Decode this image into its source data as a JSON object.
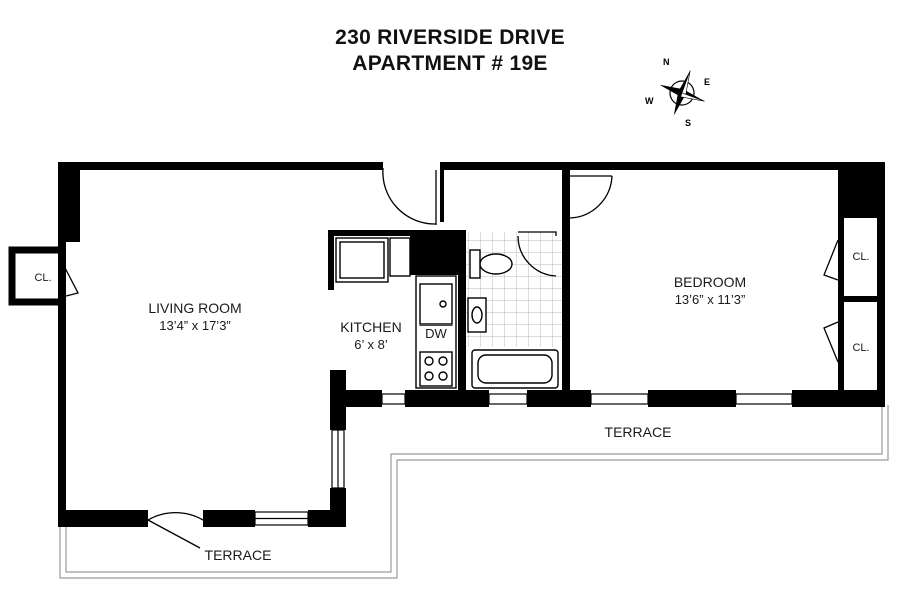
{
  "header": {
    "address": "230 RIVERSIDE DRIVE",
    "unit": "APARTMENT # 19E"
  },
  "compass": {
    "n": "N",
    "e": "E",
    "s": "S",
    "w": "W"
  },
  "rooms": {
    "living": {
      "name": "LIVING ROOM",
      "dims": "13’4” x 17’3”"
    },
    "kitchen": {
      "name": "KITCHEN",
      "dims": "6’ x 8’",
      "dw": "DW"
    },
    "bedroom": {
      "name": "BEDROOM",
      "dims": "13’6” x 11’3”"
    },
    "closets": [
      "CL.",
      "CL.",
      "CL."
    ],
    "terraces": [
      "TERRACE",
      "TERRACE"
    ]
  },
  "colors": {
    "wall": "#000000",
    "tile": "#c8c8c8",
    "terrace": "#9a9a9a"
  }
}
